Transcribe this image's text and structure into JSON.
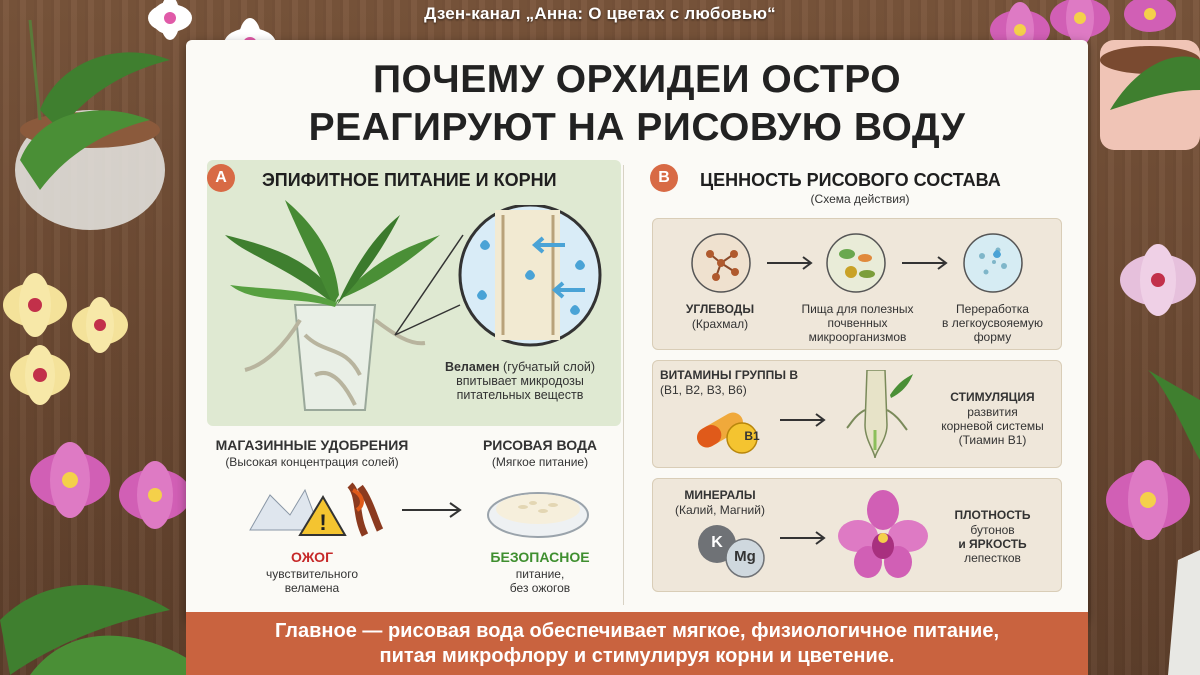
{
  "header": {
    "channel": "Дзен-канал „Анна: О цветах с любовью“"
  },
  "title": {
    "line1": "ПОЧЕМУ ОРХИДЕИ ОСТРО",
    "line2": "РЕАГИРУЮТ НА РИСОВУЮ ВОДУ"
  },
  "section_a": {
    "badge": "A",
    "heading": "ЭПИФИТНОЕ ПИТАНИЕ И КОРНИ",
    "velamen_bold": "Веламен",
    "velamen_rest1": " (губчатый слой)",
    "velamen_line2": "впитывает микродозы",
    "velamen_line3": "питательных веществ",
    "store": {
      "title": "МАГАЗИННЫЕ УДОБРЕНИЯ",
      "subtitle": "(Высокая концентрация солей)",
      "result": "ОЖОГ",
      "note1": "чувствительного",
      "note2": "веламена"
    },
    "rice": {
      "title": "РИСОВАЯ ВОДА",
      "subtitle": "(Мягкое питание)",
      "result": "БЕЗОПАСНОЕ",
      "note1": "питание,",
      "note2": "без ожогов"
    }
  },
  "section_b": {
    "badge": "B",
    "heading": "ЦЕННОСТЬ РИСОВОГО СОСТАВА",
    "subheading": "(Схема действия)",
    "carbs": {
      "title": "УГЛЕВОДЫ",
      "subtitle": "(Крахмал)",
      "step2_l1": "Пища для полезных",
      "step2_l2": "почвенных",
      "step2_l3": "микроорганизмов",
      "step3_l1": "Переработка",
      "step3_l2": "в легкоусвояемую",
      "step3_l3": "форму"
    },
    "vitamins": {
      "title": "ВИТАМИНЫ ГРУППЫ В",
      "subtitle": "(B1, B2, B3, B6)",
      "pill": "B1",
      "result": "СТИМУЛЯЦИЯ",
      "r1": "развития",
      "r2": "корневой системы",
      "r3": "(Тиамин B1)"
    },
    "minerals": {
      "title": "МИНЕРАЛЫ",
      "subtitle": "(Калий, Магний)",
      "k": "K",
      "mg": "Mg",
      "r_title": "ПЛОТНОСТЬ",
      "r1": "бутонов",
      "r2": "и ЯРКОСТЬ",
      "r3": "лепестков"
    }
  },
  "footer": {
    "line1": "Главное — рисовая вода обеспечивает мягкое, физиологичное питание,",
    "line2": "питая микрофлору и стимулируя корни и цветение."
  },
  "colors": {
    "accent": "#c9633f",
    "badge": "#d86a45",
    "danger": "#c62828",
    "safe": "#3f8f2f",
    "orchid": "#d15fb5"
  }
}
